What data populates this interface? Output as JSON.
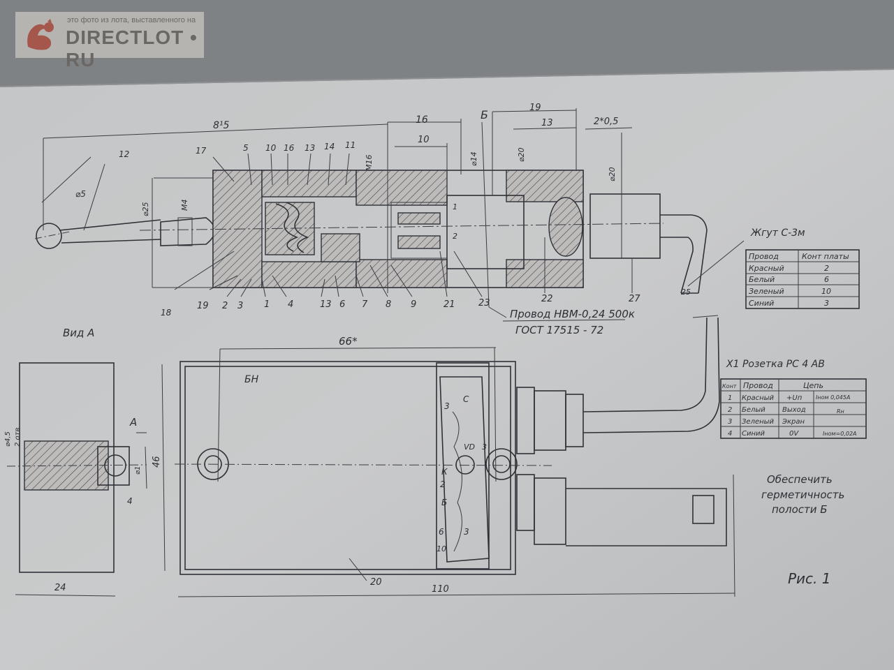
{
  "watermark": {
    "small": "это фото из лота, выставленного на",
    "big": "DIRECTLOT • RU"
  },
  "labels": {
    "dim815": "8¹5",
    "dim16": "16",
    "dim10": "10",
    "dim19": "19",
    "dim13": "13",
    "dim2x05": "2*0,5",
    "dimD5": "⌀5",
    "dimD25": "⌀25",
    "dimM4": "M4",
    "dimM16": "M16",
    "dimD14": "⌀14",
    "dimD20a": "⌀20",
    "dimD20b": "⌀20",
    "secB": "Б",
    "n12a": "12",
    "n17": "17",
    "n5": "5",
    "n10": "10",
    "n16": "16",
    "n13a": "13",
    "n14": "14",
    "n11": "11",
    "n18": "18",
    "n19": "19",
    "n2": "2",
    "n3": "3",
    "n1": "1",
    "n4": "4",
    "n13b": "13",
    "n6": "6",
    "n7": "7",
    "n8": "8",
    "n9": "9",
    "n21": "21",
    "n23": "23",
    "n22": "22",
    "n27": "27",
    "n25": "25",
    "pin1": "1",
    "pin2": "2",
    "wire1": "Провод НВМ-0,24  500к",
    "wire2": "ГОСТ 17515 - 72",
    "harnessTitle": "Жгут С-3м",
    "viewA": "Вид А",
    "dim66": "66*",
    "dimBN": "БН",
    "dim46": "46",
    "dim24": "24",
    "dim110": "110",
    "dim4": "4",
    "dimD45": "⌀4,5",
    "dimD1": "⌀1",
    "dim2otv": "2 отв",
    "arrowA": "A",
    "n20": "20",
    "bC": "С",
    "b3a": "3",
    "bVD": "VD",
    "b3b": "3",
    "bK": "К",
    "b2": "2",
    "bB": "Б",
    "b6": "6",
    "b3c": "3",
    "b10": "10",
    "socketTitle": "Х1 Розетка РС 4 АВ",
    "note1": "Обеспечить",
    "note2": "герметичность",
    "note3": "полости Б",
    "fig": "Рис. 1"
  },
  "harness_table": {
    "headers": [
      "Провод",
      "Конт платы"
    ],
    "rows": [
      [
        "Красный",
        "2"
      ],
      [
        "Белый",
        "6"
      ],
      [
        "Зеленый",
        "10"
      ],
      [
        "Синий",
        "3"
      ]
    ]
  },
  "socket_table": {
    "headers": [
      "Конт",
      "Провод",
      "Цепь"
    ],
    "rows": [
      [
        "1",
        "Красный",
        "+Uп"
      ],
      [
        "2",
        "Белый",
        "Выход"
      ],
      [
        "3",
        "Зеленый",
        "Экран"
      ],
      [
        "4",
        "Синий",
        "0V"
      ]
    ],
    "notes": [
      "Iном 0,045А",
      "Rн",
      "Iном=0,02А"
    ]
  }
}
